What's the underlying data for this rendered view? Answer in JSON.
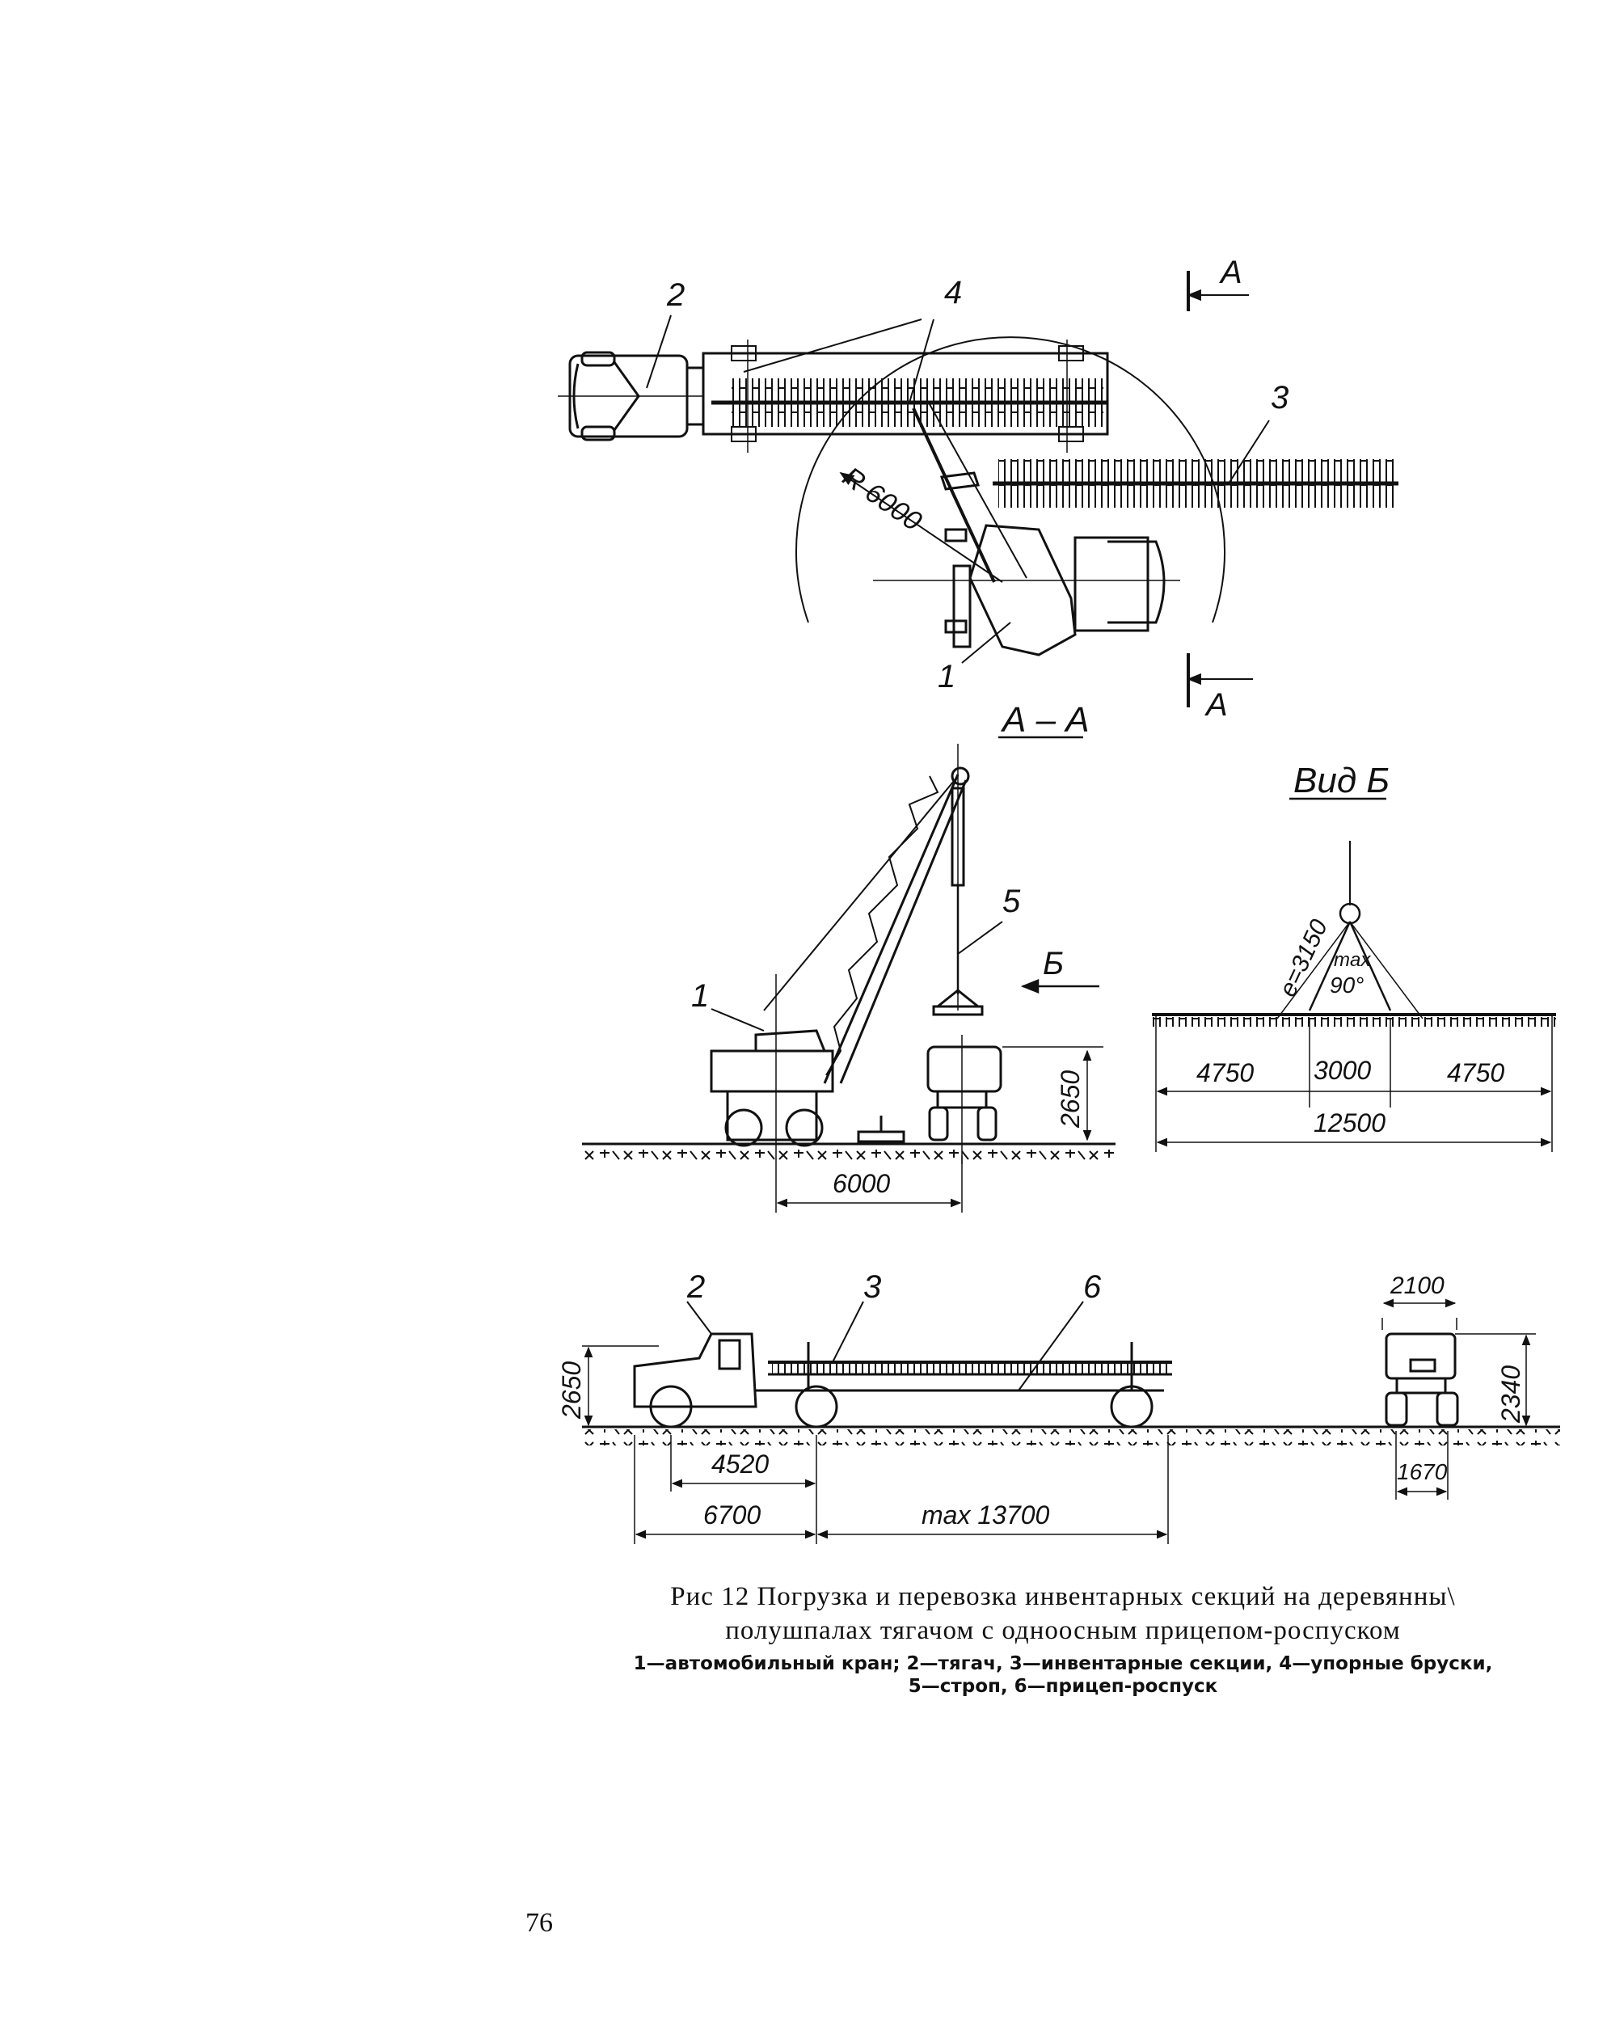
{
  "figure": {
    "title_line1": "Рис 12 Погрузка и перевозка инвентарных секций на деревянны\\",
    "title_line2": "полушпалах тягачом с одноосным прицепом-роспуском",
    "legend_line1": "1—автомобильный кран; 2—тягач, 3—инвентарные секции, 4—упорные бруски,",
    "legend_line2": "5—строп, 6—прицеп-роспуск"
  },
  "page_number": "76",
  "plan_view": {
    "callouts": {
      "tractor": "2",
      "stops": "4",
      "sections": "3",
      "crane": "1"
    },
    "radius_label": "R 6000",
    "section_mark_top": "А",
    "section_mark_bottom": "А"
  },
  "section_aa": {
    "title": "А – А",
    "callouts": {
      "crane": "1",
      "sling": "5"
    },
    "view_arrow": "Б",
    "dim_height": "2650",
    "dim_reach": "6000"
  },
  "view_b": {
    "title": "Вид Б",
    "sling_label": "е=3150",
    "angle_label_1": "max",
    "angle_label_2": "90°",
    "dims": [
      "4750",
      "3000",
      "4750"
    ],
    "dim_total": "12500"
  },
  "transport_view": {
    "callouts": {
      "tractor": "2",
      "sections": "3",
      "trailer": "6"
    },
    "dim_height_left": "2650",
    "dim_wheelbase": "4520",
    "dim_tractor": "6700",
    "dim_trailer": "max 13700",
    "dim_width_top": "2100",
    "dim_height_right": "2340",
    "dim_track": "1670"
  }
}
